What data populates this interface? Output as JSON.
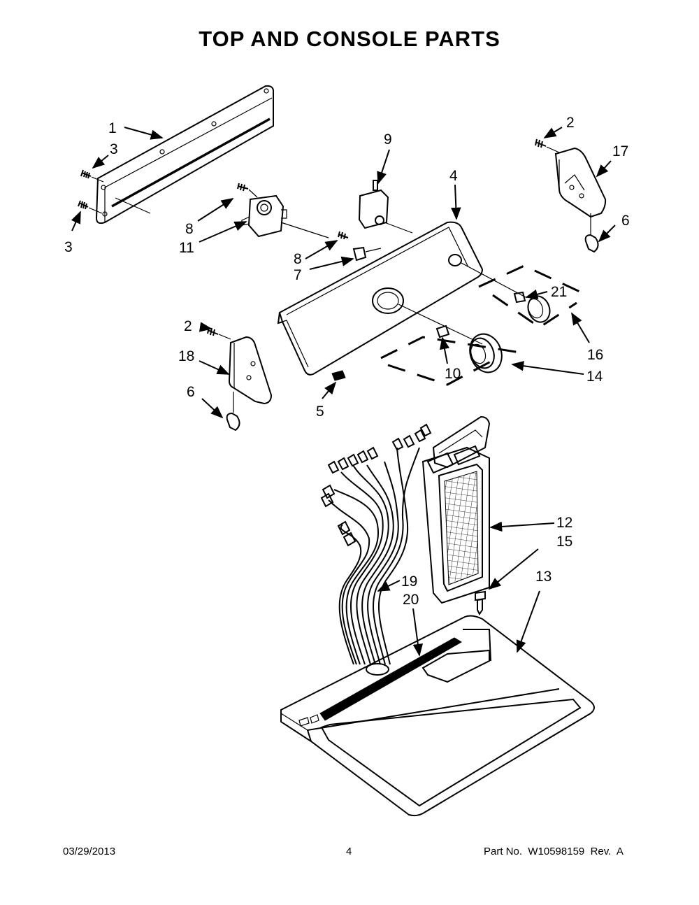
{
  "title": "TOP AND CONSOLE PARTS",
  "callouts": {
    "c1": "1",
    "c2a": "2",
    "c2b": "2",
    "c3a": "3",
    "c3b": "3",
    "c4": "4",
    "c5": "5",
    "c6a": "6",
    "c6b": "6",
    "c7": "7",
    "c8a": "8",
    "c8b": "8",
    "c9": "9",
    "c10": "10",
    "c11": "11",
    "c12": "12",
    "c13": "13",
    "c14": "14",
    "c15": "15",
    "c16": "16",
    "c17": "17",
    "c18": "18",
    "c19": "19",
    "c20": "20",
    "c21": "21"
  },
  "footer": {
    "date": "03/29/2013",
    "page": "4",
    "part": "Part No.  W10598159  Rev.  A"
  }
}
